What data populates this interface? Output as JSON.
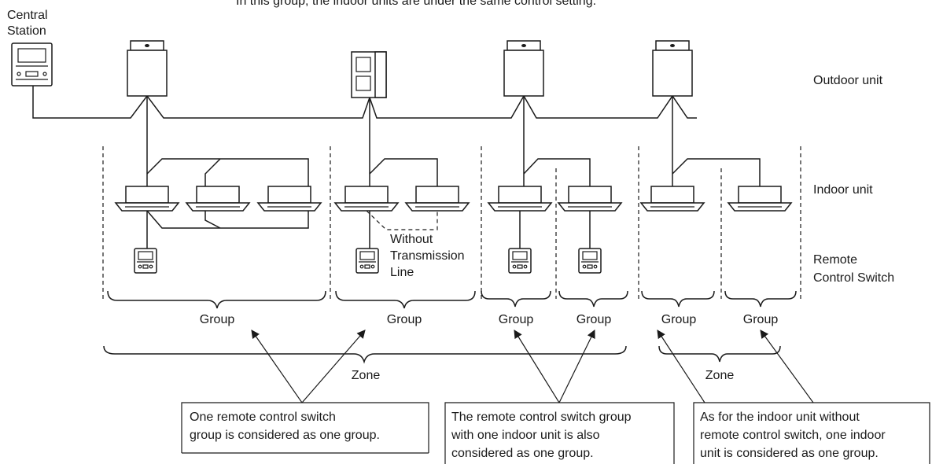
{
  "header_text": "In this group, the indoor units are under the same control setting.",
  "central_station": [
    "Central",
    "Station"
  ],
  "side_labels": {
    "outdoor_unit": "Outdoor unit",
    "indoor_unit": "Indoor unit",
    "remote_control_switch": [
      "Remote",
      "Control Switch"
    ]
  },
  "without_transmission_line": [
    "Without",
    "Transmission",
    "Line"
  ],
  "group_label": "Group",
  "zone_label": "Zone",
  "notes": [
    [
      "One remote control switch",
      "group is considered as one group."
    ],
    [
      "The remote control switch group",
      "with one indoor unit is also",
      "considered as one group."
    ],
    [
      "As for the indoor unit without",
      "remote control switch, one indoor",
      "unit is considered as one group."
    ]
  ]
}
